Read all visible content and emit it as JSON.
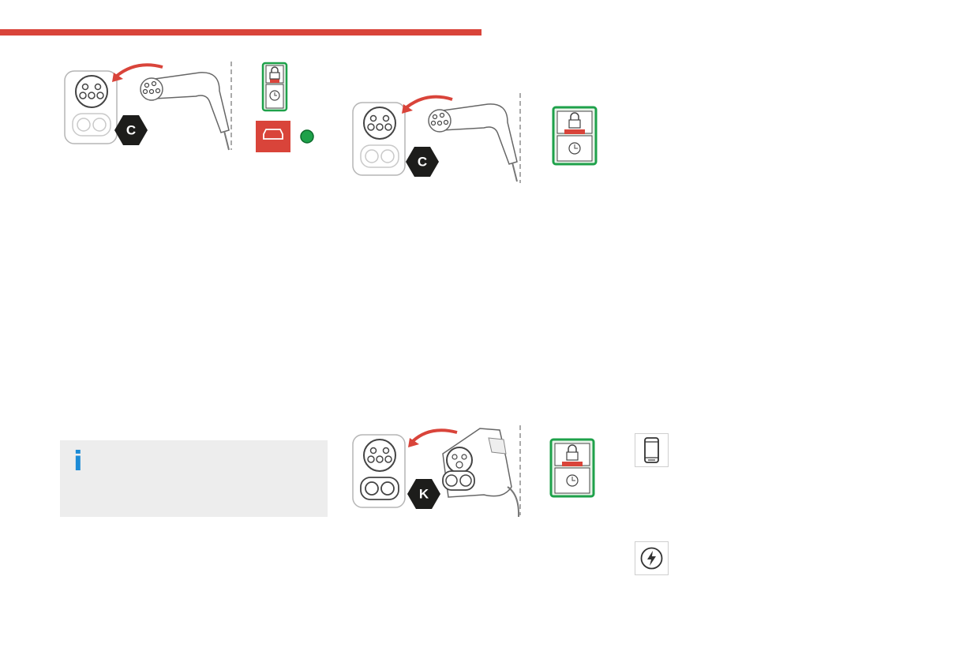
{
  "colors": {
    "accent_red": "#d9443a",
    "info_blue": "#1c8bd6",
    "status_green": "#1ea14a",
    "info_box_bg": "#ededed",
    "line_gray": "#b5b5b5"
  },
  "figures": [
    {
      "connector_label": "C",
      "icons": [
        "lock-icon",
        "timer-plug-icon",
        "car-icon",
        "green-light-icon"
      ]
    },
    {
      "connector_label": "C",
      "icons": [
        "lock-icon",
        "timer-plug-icon"
      ]
    },
    {
      "connector_label": "K",
      "icons": [
        "lock-icon",
        "timer-plug-icon"
      ]
    }
  ],
  "info_box": {
    "icon": "info-icon",
    "symbol": "i"
  },
  "side_icons": [
    "smartphone-icon",
    "lightning-circle-icon"
  ]
}
